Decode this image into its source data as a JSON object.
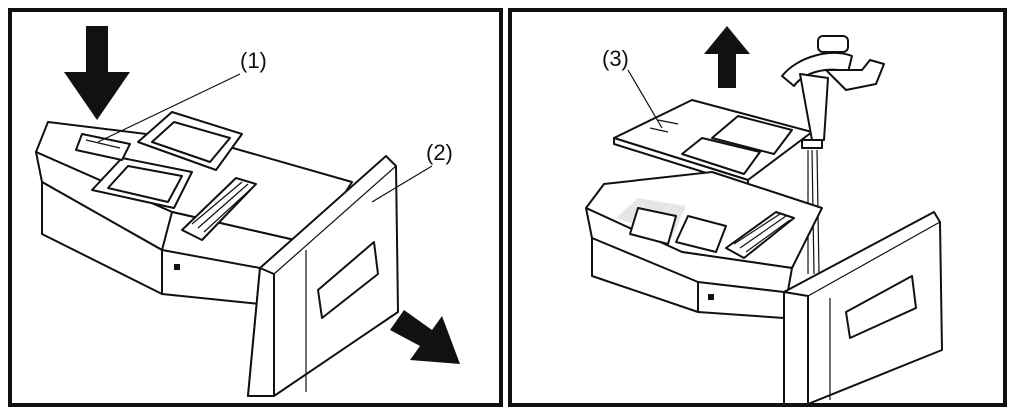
{
  "panels": [
    {
      "callouts": [
        "(1)",
        "(2)"
      ]
    },
    {
      "callouts": [
        "(3)"
      ]
    }
  ]
}
